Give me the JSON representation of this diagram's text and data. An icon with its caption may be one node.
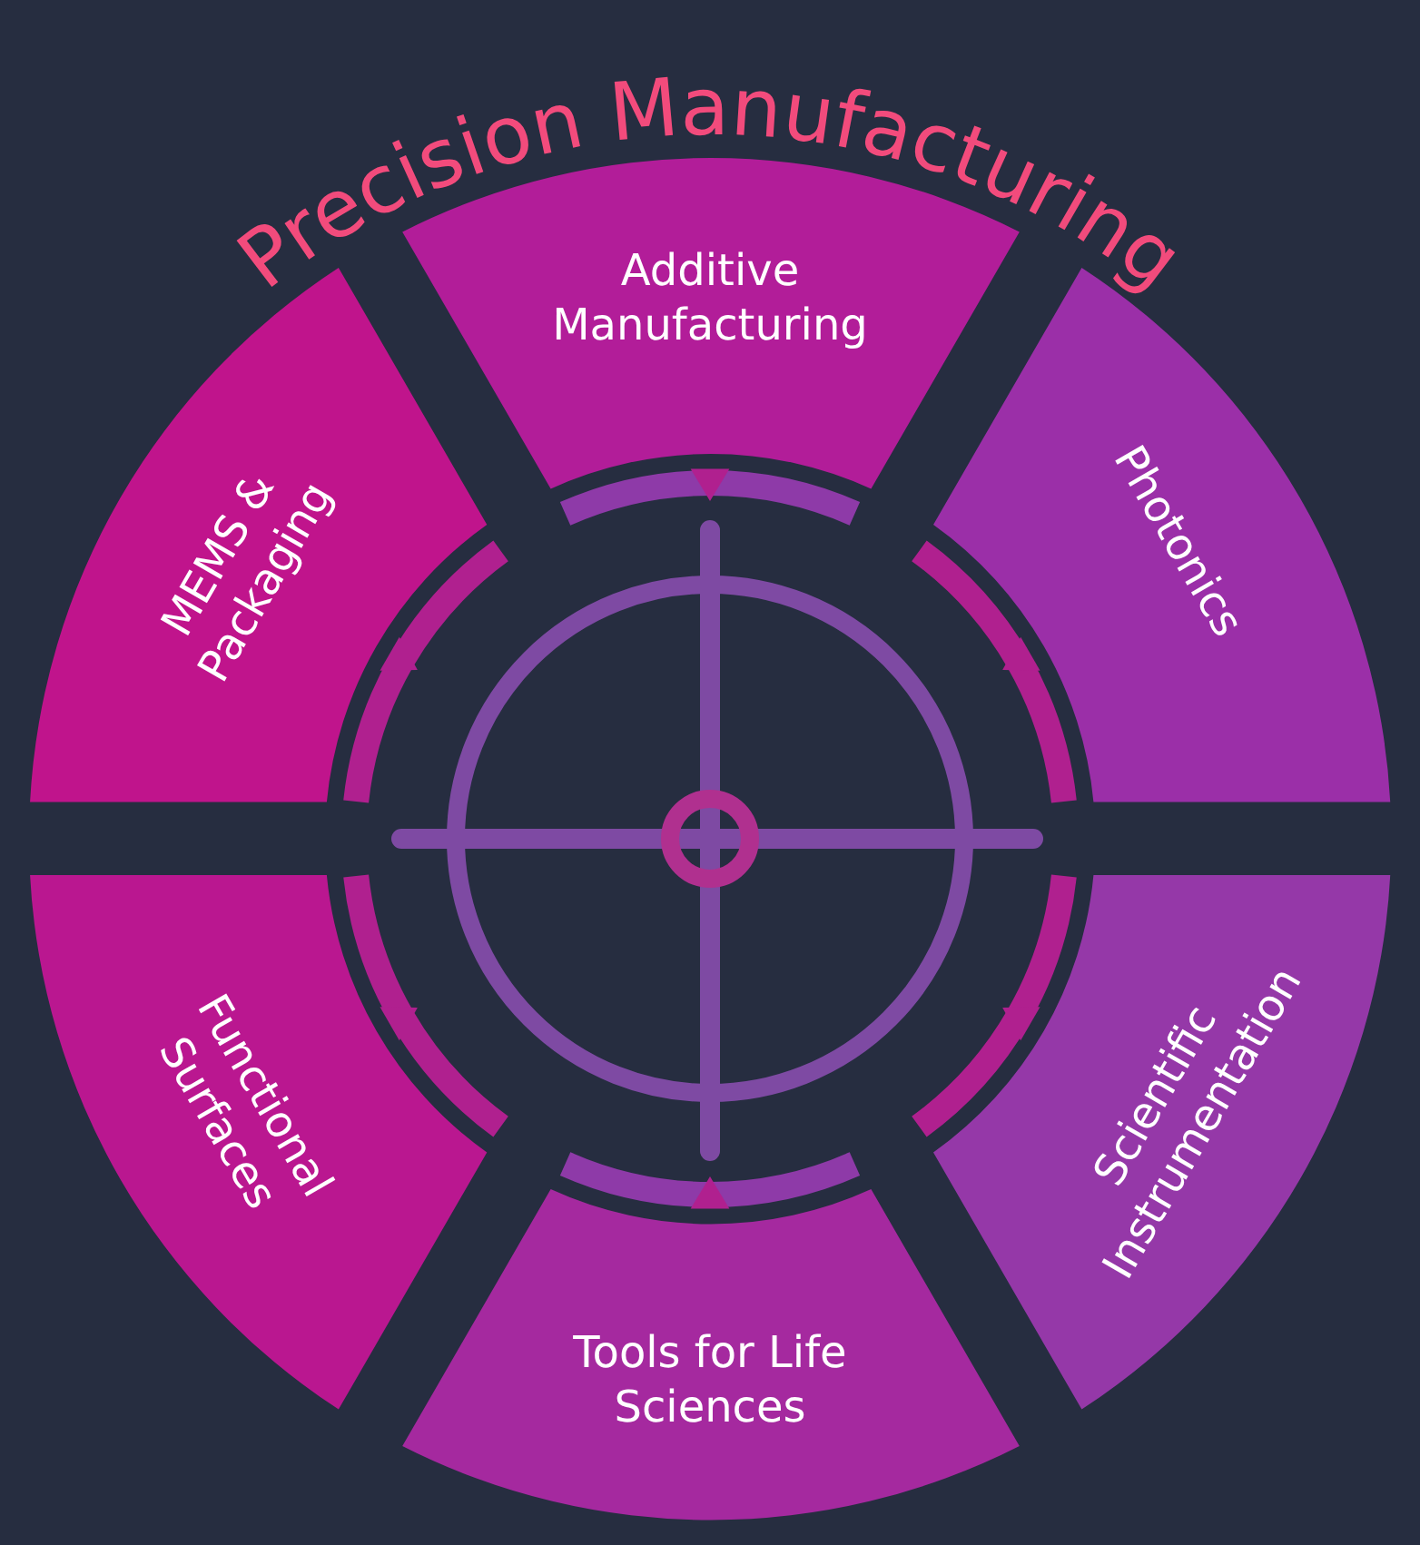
{
  "diagram": {
    "title": "Precision Manufacturing",
    "nodes": [
      {
        "text": [
          "Additive Manufacturing"
        ]
      },
      {
        "text": [
          "Photonics"
        ]
      },
      {
        "text": [
          "Scientific Instrumentation"
        ]
      },
      {
        "text": [
          "Tools for Life Sciences"
        ]
      },
      {
        "text": [
          "Functional Surfaces"
        ]
      },
      {
        "text": [
          "MEMS & Packaging"
        ]
      }
    ]
  }
}
